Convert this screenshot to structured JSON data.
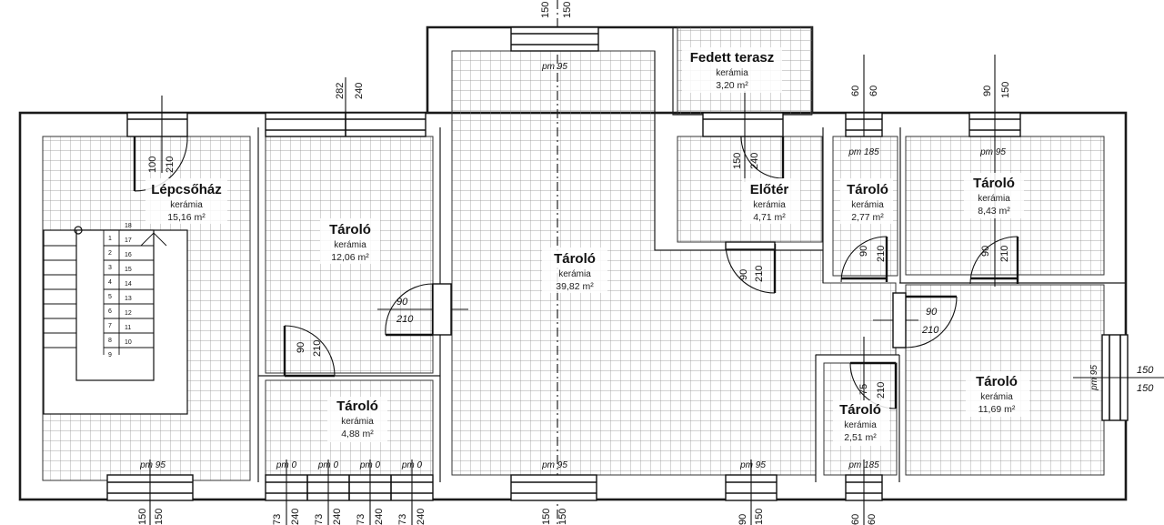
{
  "plan": {
    "rooms": [
      {
        "id": "lepcsohaz",
        "name": "Lépcsőház",
        "material": "kerámia",
        "area": "15,16 m²"
      },
      {
        "id": "tarolo-a",
        "name": "Tároló",
        "material": "kerámia",
        "area": "12,06 m²"
      },
      {
        "id": "tarolo-b",
        "name": "Tároló",
        "material": "kerámia",
        "area": "4,88 m²"
      },
      {
        "id": "tarolo-c",
        "name": "Tároló",
        "material": "kerámia",
        "area": "39,82 m²"
      },
      {
        "id": "fedett-terasz",
        "name": "Fedett terasz",
        "material": "kerámia",
        "area": "3,20 m²"
      },
      {
        "id": "eloter",
        "name": "Előtér",
        "material": "kerámia",
        "area": "4,71 m²"
      },
      {
        "id": "tarolo-d",
        "name": "Tároló",
        "material": "kerámia",
        "area": "2,77 m²"
      },
      {
        "id": "tarolo-e",
        "name": "Tároló",
        "material": "kerámia",
        "area": "8,43 m²"
      },
      {
        "id": "tarolo-f",
        "name": "Tároló",
        "material": "kerámia",
        "area": "11,69 m²"
      },
      {
        "id": "tarolo-g",
        "name": "Tároló",
        "material": "kerámia",
        "area": "2,51 m²"
      }
    ],
    "windows": [
      {
        "id": "w-top-c",
        "pm": "pm 95",
        "w": "150",
        "h": "150"
      },
      {
        "id": "w-top-a",
        "pm": "",
        "w": "282",
        "h": "240"
      },
      {
        "id": "w-top-d",
        "pm": "pm 185",
        "w": "60",
        "h": "60"
      },
      {
        "id": "w-top-e",
        "pm": "pm 95",
        "w": "90",
        "h": "150"
      },
      {
        "id": "w-bot-l",
        "pm": "pm 95",
        "w": "150",
        "h": "150"
      },
      {
        "id": "w-bot-b1",
        "pm": "pm 0",
        "w": "73",
        "h": "240"
      },
      {
        "id": "w-bot-b2",
        "pm": "pm 0",
        "w": "73",
        "h": "240"
      },
      {
        "id": "w-bot-b3",
        "pm": "pm 0",
        "w": "73",
        "h": "240"
      },
      {
        "id": "w-bot-b4",
        "pm": "pm 0",
        "w": "73",
        "h": "240"
      },
      {
        "id": "w-bot-c",
        "pm": "pm 95",
        "w": "150",
        "h": "150"
      },
      {
        "id": "w-bot-c2",
        "pm": "pm 95",
        "w": "90",
        "h": "150"
      },
      {
        "id": "w-bot-g",
        "pm": "pm 185",
        "w": "60",
        "h": "60"
      },
      {
        "id": "w-right-f",
        "pm": "pm 95",
        "w": "150",
        "h": "150"
      }
    ],
    "doors": [
      {
        "id": "d-lepcso",
        "w": "100",
        "h": "210"
      },
      {
        "id": "d-tarolo-a",
        "w": "90",
        "h": "210"
      },
      {
        "id": "d-tarolo-b",
        "w": "90",
        "h": "210"
      },
      {
        "id": "d-eloter-top",
        "w": "150",
        "h": "240"
      },
      {
        "id": "d-eloter",
        "w": "90",
        "h": "210"
      },
      {
        "id": "d-tarolo-d",
        "w": "90",
        "h": "210"
      },
      {
        "id": "d-tarolo-e",
        "w": "90",
        "h": "210"
      },
      {
        "id": "d-tarolo-f",
        "w": "90",
        "h": "210"
      },
      {
        "id": "d-tarolo-g",
        "w": "75",
        "h": "210"
      }
    ],
    "stairs": {
      "left_numbers": [
        "1",
        "2",
        "3",
        "4",
        "5",
        "6",
        "7",
        "8",
        "9"
      ],
      "right_numbers": [
        "18",
        "17",
        "16",
        "15",
        "14",
        "13",
        "12",
        "11",
        "10"
      ]
    }
  }
}
